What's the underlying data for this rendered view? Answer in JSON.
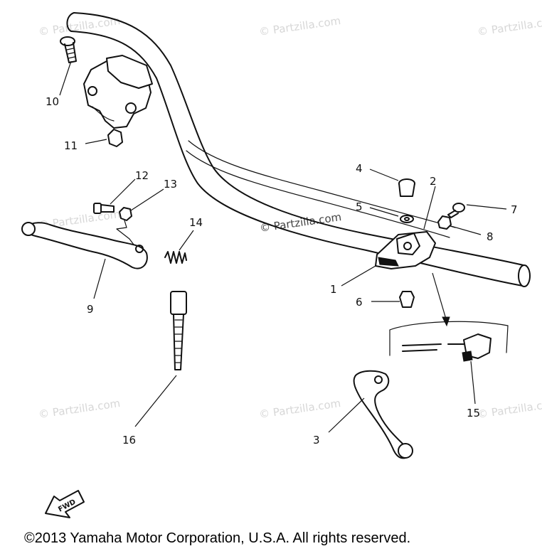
{
  "watermark": {
    "text": "© Partzilla.com"
  },
  "part_labels": {
    "p1": "1",
    "p2": "2",
    "p3": "3",
    "p4": "4",
    "p5": "5",
    "p6": "6",
    "p7": "7",
    "p8": "8",
    "p9": "9",
    "p10": "10",
    "p11": "11",
    "p12": "12",
    "p13": "13",
    "p14": "14",
    "p15": "15",
    "p16": "16"
  },
  "fwd_marker": {
    "text": "FWD"
  },
  "copyright": "©2013  Yamaha Motor Corporation, U.S.A. All rights reserved."
}
